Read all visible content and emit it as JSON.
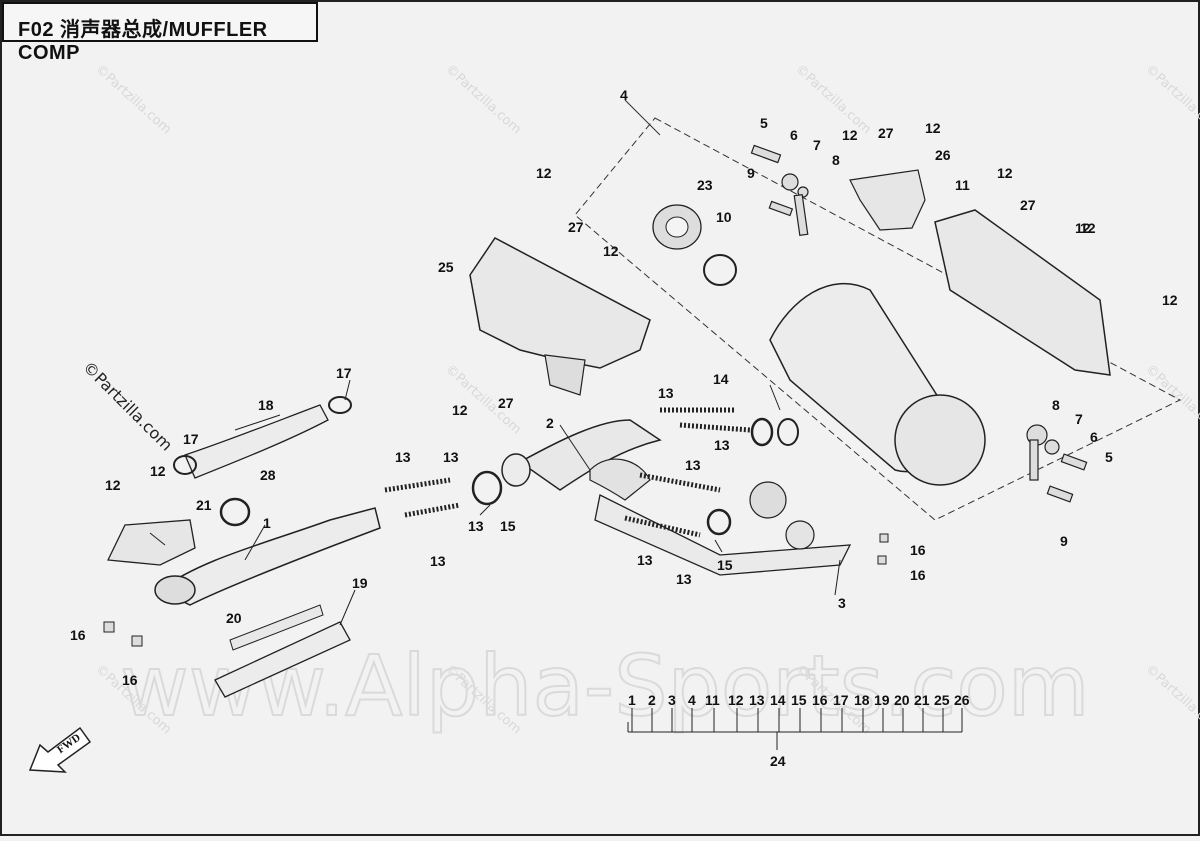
{
  "title": "F02 消声器总成/MUFFLER COMP",
  "watermark_small": "©Partzilla.com",
  "watermark_large": "www.Alpha-Sports.com",
  "fwd_label": "FWD",
  "callouts": [
    {
      "id": "c1",
      "text": "1"
    },
    {
      "id": "c2",
      "text": "2"
    },
    {
      "id": "c3",
      "text": "3"
    },
    {
      "id": "c4",
      "text": "4"
    },
    {
      "id": "c5a",
      "text": "5"
    },
    {
      "id": "c5b",
      "text": "5"
    },
    {
      "id": "c6a",
      "text": "6"
    },
    {
      "id": "c6b",
      "text": "6"
    },
    {
      "id": "c7a",
      "text": "7"
    },
    {
      "id": "c7b",
      "text": "7"
    },
    {
      "id": "c8a",
      "text": "8"
    },
    {
      "id": "c8b",
      "text": "8"
    },
    {
      "id": "c9a",
      "text": "9"
    },
    {
      "id": "c9b",
      "text": "9"
    },
    {
      "id": "c10",
      "text": "10"
    },
    {
      "id": "c11",
      "text": "11"
    },
    {
      "id": "c12a",
      "text": "12"
    },
    {
      "id": "c12b",
      "text": "12"
    },
    {
      "id": "c12c",
      "text": "12"
    },
    {
      "id": "c12d",
      "text": "12"
    },
    {
      "id": "c12e",
      "text": "12"
    },
    {
      "id": "c12f",
      "text": "12"
    },
    {
      "id": "c12g",
      "text": "12"
    },
    {
      "id": "c12h",
      "text": "12"
    },
    {
      "id": "c12i",
      "text": "12"
    },
    {
      "id": "c12j",
      "text": "12"
    },
    {
      "id": "c12k",
      "text": "12"
    },
    {
      "id": "c13a",
      "text": "13"
    },
    {
      "id": "c13b",
      "text": "13"
    },
    {
      "id": "c13c",
      "text": "13"
    },
    {
      "id": "c13d",
      "text": "13"
    },
    {
      "id": "c13e",
      "text": "13"
    },
    {
      "id": "c13f",
      "text": "13"
    },
    {
      "id": "c13g",
      "text": "13"
    },
    {
      "id": "c13h",
      "text": "13"
    },
    {
      "id": "c13i",
      "text": "13"
    },
    {
      "id": "c14",
      "text": "14"
    },
    {
      "id": "c15a",
      "text": "15"
    },
    {
      "id": "c15b",
      "text": "15"
    },
    {
      "id": "c16a",
      "text": "16"
    },
    {
      "id": "c16b",
      "text": "16"
    },
    {
      "id": "c16c",
      "text": "16"
    },
    {
      "id": "c16d",
      "text": "16"
    },
    {
      "id": "c17a",
      "text": "17"
    },
    {
      "id": "c17b",
      "text": "17"
    },
    {
      "id": "c18",
      "text": "18"
    },
    {
      "id": "c19",
      "text": "19"
    },
    {
      "id": "c20",
      "text": "20"
    },
    {
      "id": "c21",
      "text": "21"
    },
    {
      "id": "c23",
      "text": "23"
    },
    {
      "id": "c24",
      "text": "24"
    },
    {
      "id": "c25",
      "text": "25"
    },
    {
      "id": "c26",
      "text": "26"
    },
    {
      "id": "c27a",
      "text": "27"
    },
    {
      "id": "c27b",
      "text": "27"
    },
    {
      "id": "c27c",
      "text": "27"
    },
    {
      "id": "c27d",
      "text": "27"
    },
    {
      "id": "c28",
      "text": "28"
    }
  ],
  "kit_bar_labels": [
    "1",
    "2",
    "3",
    "4",
    "11",
    "12",
    "13",
    "14",
    "15",
    "16",
    "17",
    "18",
    "19",
    "20",
    "21",
    "25",
    "26"
  ]
}
